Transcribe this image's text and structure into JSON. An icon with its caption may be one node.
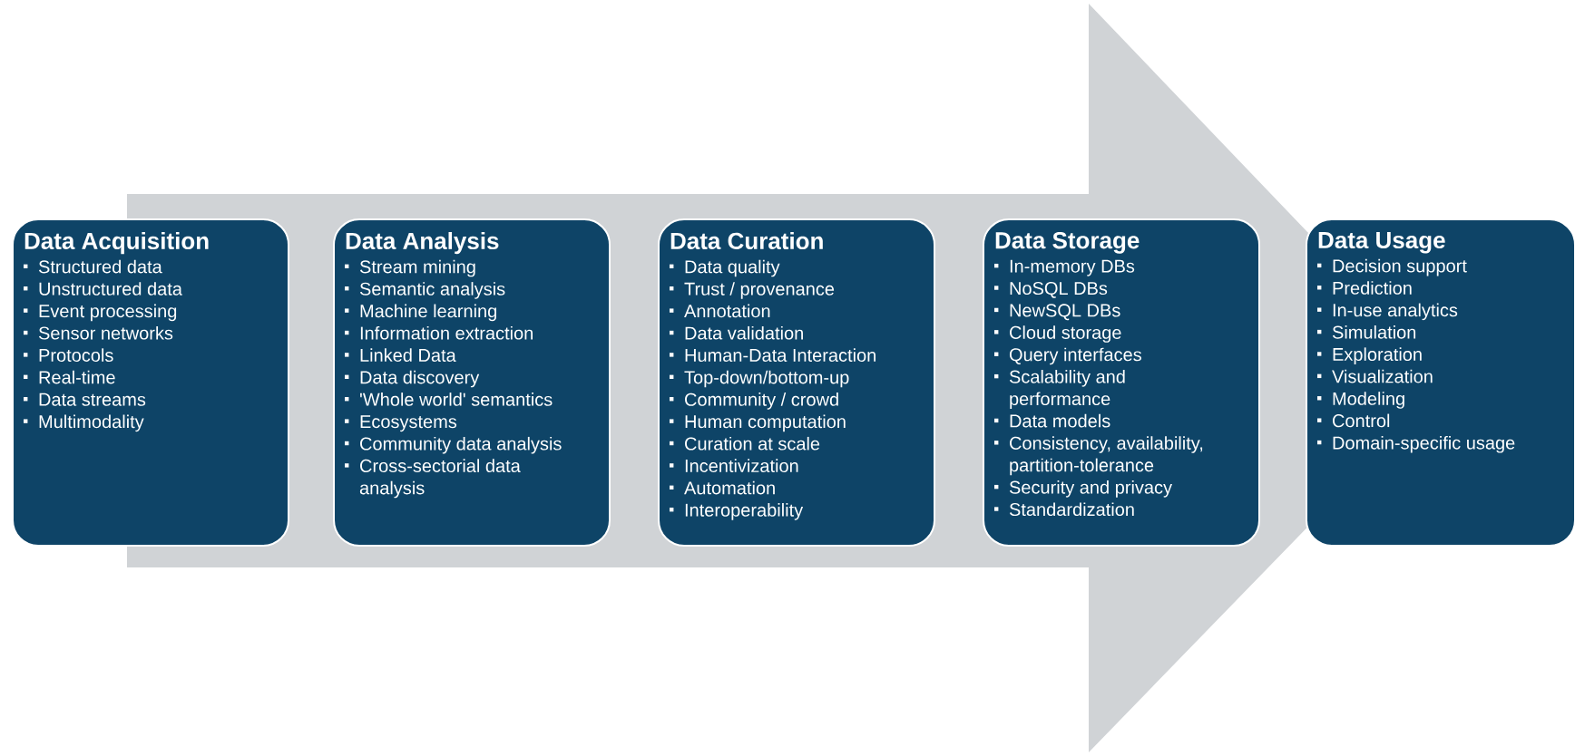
{
  "diagram": {
    "nodes": [
      {
        "text": [
          "Data Acquisition",
          "Structured data",
          "Unstructured data",
          "Event processing",
          "Sensor networks",
          "Protocols",
          "Real-time",
          "Data streams",
          "Multimodality"
        ]
      },
      {
        "text": [
          "Data Analysis",
          "Stream mining",
          "Semantic analysis",
          "Machine learning",
          "Information extraction",
          "Linked Data",
          "Data discovery",
          "'Whole world' semantics",
          "Ecosystems",
          "Community data analysis",
          "Cross-sectorial data analysis"
        ]
      },
      {
        "text": [
          "Data Curation",
          "Data quality",
          "Trust / provenance",
          "Annotation",
          "Data validation",
          "Human-Data Interaction",
          "Top-down/bottom-up",
          "Community / crowd",
          "Human computation",
          "Curation at scale",
          "Incentivization",
          "Automation",
          "Interoperability"
        ]
      },
      {
        "text": [
          "Data Storage",
          "In-memory DBs",
          "NoSQL DBs",
          "NewSQL DBs",
          "Cloud storage",
          "Query interfaces",
          "Scalability and performance",
          "Data models",
          "Consistency, availability, partition-tolerance",
          "Security and privacy",
          "Standardization"
        ]
      },
      {
        "text": [
          "Data Usage",
          "Decision support",
          "Prediction",
          "In-use analytics",
          "Simulation",
          "Exploration",
          "Visualization",
          "Modeling",
          "Control",
          "Domain-specific usage"
        ]
      }
    ],
    "edges": [
      {
        "from": 0,
        "to": 4,
        "arrow": "to"
      }
    ]
  }
}
